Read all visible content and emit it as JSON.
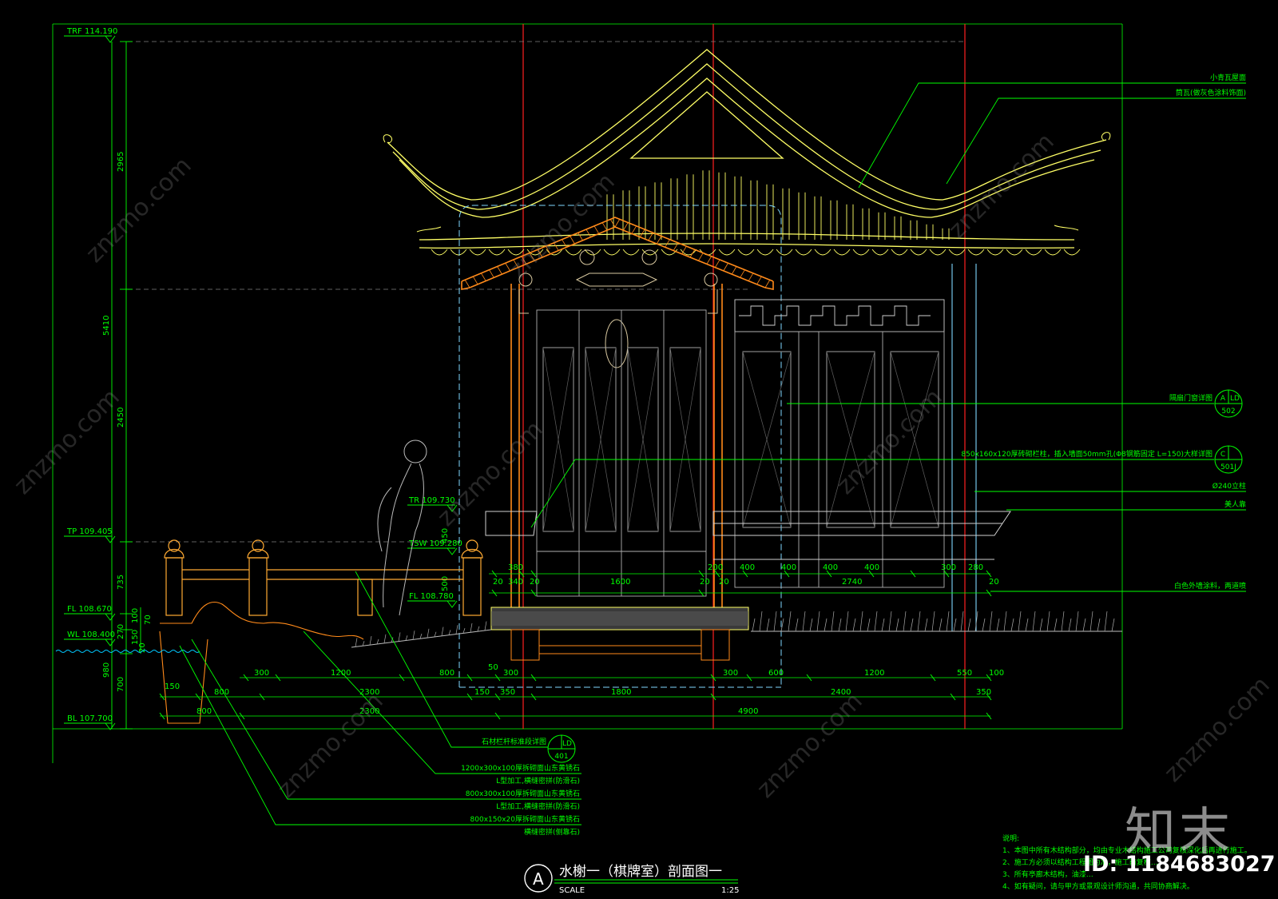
{
  "drawing": {
    "title": "水榭一（棋牌室）剖面图一",
    "section_symbol": "A",
    "scale_label": "SCALE",
    "scale_value": "1:25"
  },
  "levels": [
    {
      "label": "TRF 114.190"
    },
    {
      "label": "TP 109.405"
    },
    {
      "label": "FL 108.670"
    },
    {
      "label": "WL 108.400"
    },
    {
      "label": "BL 107.700"
    },
    {
      "label": "TR 109.730"
    },
    {
      "label": "TSW 109.280"
    },
    {
      "label": "FL 108.780"
    }
  ],
  "vertical_dims": [
    "2965",
    "5410",
    "2450",
    "735",
    "100",
    "270",
    "150",
    "20",
    "70",
    "980",
    "700",
    "450",
    "500"
  ],
  "dims_top_row": [
    "380",
    "340",
    "1600",
    "20",
    "20",
    "20",
    "20",
    "200",
    "400",
    "400",
    "400",
    "400",
    "300",
    "280",
    "2740",
    "20"
  ],
  "dims_bottom": [
    "300",
    "1200",
    "800",
    "50",
    "300",
    "300",
    "600",
    "1200",
    "550",
    "100",
    "150",
    "800",
    "2300",
    "150",
    "350",
    "1800",
    "2400",
    "350",
    "800",
    "2300",
    "4900"
  ],
  "callouts_right": [
    {
      "text": "小青瓦屋面"
    },
    {
      "text": "筒瓦(做灰色涂料饰面)"
    },
    {
      "text": "隔扇门窗详图",
      "ref_letter": "A",
      "ref_sheet": "LD",
      "ref_num": "502"
    },
    {
      "text": "850x160x120厚砖砌栏柱，插入墙面50mm孔(Φ8钢筋固定 L=150)大样详图",
      "ref_letter": "C",
      "ref_num": "501J"
    },
    {
      "text": "Ø240立柱"
    },
    {
      "text": "美人靠"
    },
    {
      "text": "白色外墙涂料，两道喷"
    }
  ],
  "callouts_bottom": [
    {
      "text": "石材栏杆标准段详图",
      "ref_sheet": "LD",
      "ref_num": "401"
    },
    {
      "text": "1200x300x100厚拆砌面山东黄锈石"
    },
    {
      "text": "L型加工,横缝密拼(防滑石)"
    },
    {
      "text": "800x300x100厚拆砌面山东黄锈石"
    },
    {
      "text": "L型加工,横缝密拼(防滑石)"
    },
    {
      "text": "800x150x20厚拆砌面山东黄锈石"
    },
    {
      "text": "横缝密拼(侧靠石)"
    }
  ],
  "notes": {
    "heading": "说明:",
    "items": [
      "1、本图中所有木结构部分，均由专业木结构施工公司复核深化后再进行施工。",
      "2、施工方必须以结构工程图为准，施工前复核…",
      "3、所有亭廊木结构，油漆…",
      "4、如有疑问，请与甲方或景观设计师沟通，共同协商解决。"
    ]
  },
  "branding": {
    "logo": "知末",
    "id": "ID: 1184683027",
    "watermark": "znzmo.com"
  },
  "colors": {
    "bg": "#000000",
    "dim": "#00ff00",
    "roof": "#ffff66",
    "gable": "#ff8a1a",
    "axis": "#ff0000",
    "wall": "#7fd8ff",
    "text": "#ffffff"
  }
}
